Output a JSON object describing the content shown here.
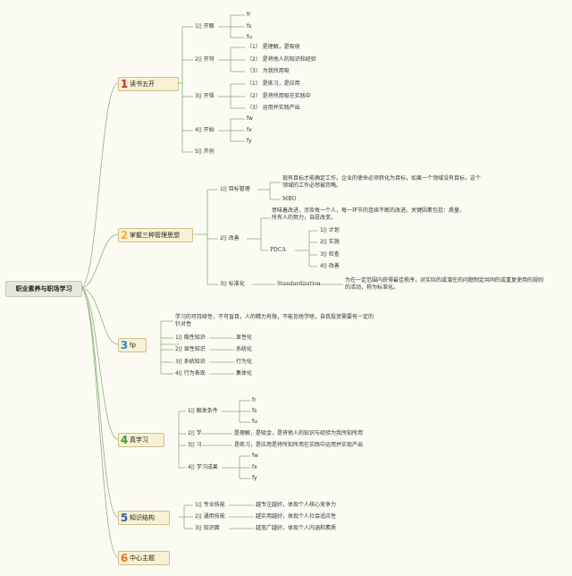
{
  "root": "职业素养与职场学习",
  "colors": {
    "n1": "#d8242a",
    "n2": "#f2b02b",
    "n3": "#3386c6",
    "n4": "#3a9c3a",
    "n5": "#2f5fa6",
    "n6": "#e4701e",
    "line": "#8ab07c"
  },
  "b1": {
    "num": "1",
    "title": "读书五开",
    "s1": {
      "label": "1|| 开眼",
      "items": [
        "fr",
        "fs",
        "fu"
      ]
    },
    "s2": {
      "label": "2|| 开窍",
      "items": [
        "（1）  是理解，是吸收",
        "（2）  是将他人的知识和经验",
        "（3）  为我所用吸"
      ]
    },
    "s3": {
      "label": "3|| 开悟",
      "items": [
        "（1）  是练习，是应用",
        "（2）  是将所用吸在实践中",
        "（3）  运用并实践产出"
      ]
    },
    "s4": {
      "label": "4|| 开始",
      "items": [
        "fw",
        "fx",
        "fy"
      ]
    },
    "s5": {
      "label": "5|| 开创"
    }
  },
  "b2": {
    "num": "2",
    "title": "掌握三种管理思想",
    "s1": {
      "label": "1|| 目标管理",
      "desc": "现有目标才能确定工作。企业的使命必须转化为目标，如果一个领域没有目标，这个领域的工作必然被忽略。",
      "mbo": "MBO"
    },
    "s2": {
      "label": "2|| 改善",
      "desc": "意味着改进，涉及每一个人，每一环节的连续不断的改进。关键因素包括：质量，所有人的努力，自愿改变。",
      "pdca": "PDCA",
      "items": [
        "1|| 计划",
        "2|| 实施",
        "3|| 检查",
        "4|| 改善"
      ]
    },
    "s3": {
      "label": "3|| 标准化",
      "std": "Standardization",
      "desc": "为在一定范围内获得最佳秩序，对实际的或潜在的问题制定共同的或重复使用的规则的活动，称为标准化。"
    }
  },
  "b3": {
    "num": "3",
    "title": "fp",
    "desc": "学习的可持续性，不可盲目，人的精力有限，不能见啥学啥，自我投资需要有一定的针对性",
    "items": [
      {
        "l": "1|| 隐性知识",
        "r": "显性化"
      },
      {
        "l": "2|| 显性知识",
        "r": "系统化"
      },
      {
        "l": "3|| 系统知识",
        "r": "行为化"
      },
      {
        "l": "4|| 行为表现",
        "r": "集体化"
      }
    ]
  },
  "b4": {
    "num": "4",
    "title": "真学习",
    "s1": {
      "label": "1|| 触发条件",
      "items": [
        "fr",
        "fs",
        "fu"
      ]
    },
    "s2": {
      "label": "2|| 学",
      "desc": "是理解，是吸金，是将他人的知识与经验为我所知所用"
    },
    "s3": {
      "label": "3|| 习",
      "desc": "是练习，是应用是将所知所用在实践中运用并实现产出"
    },
    "s4": {
      "label": "4|| 学习成果",
      "items": [
        "fw",
        "fx",
        "fy"
      ]
    }
  },
  "b5": {
    "num": "5",
    "title": "知识结构",
    "items": [
      {
        "l": "1|| 专业技能",
        "r": "越专注越好，体现个人核心竞争力"
      },
      {
        "l": "2|| 通用技能",
        "r": "越实用越好，体现个人社会适应性"
      },
      {
        "l": "3|| 知识面",
        "r": "越宽广越好，体现个人内涵和素质"
      }
    ]
  },
  "b6": {
    "num": "6",
    "title": "中心主题"
  }
}
